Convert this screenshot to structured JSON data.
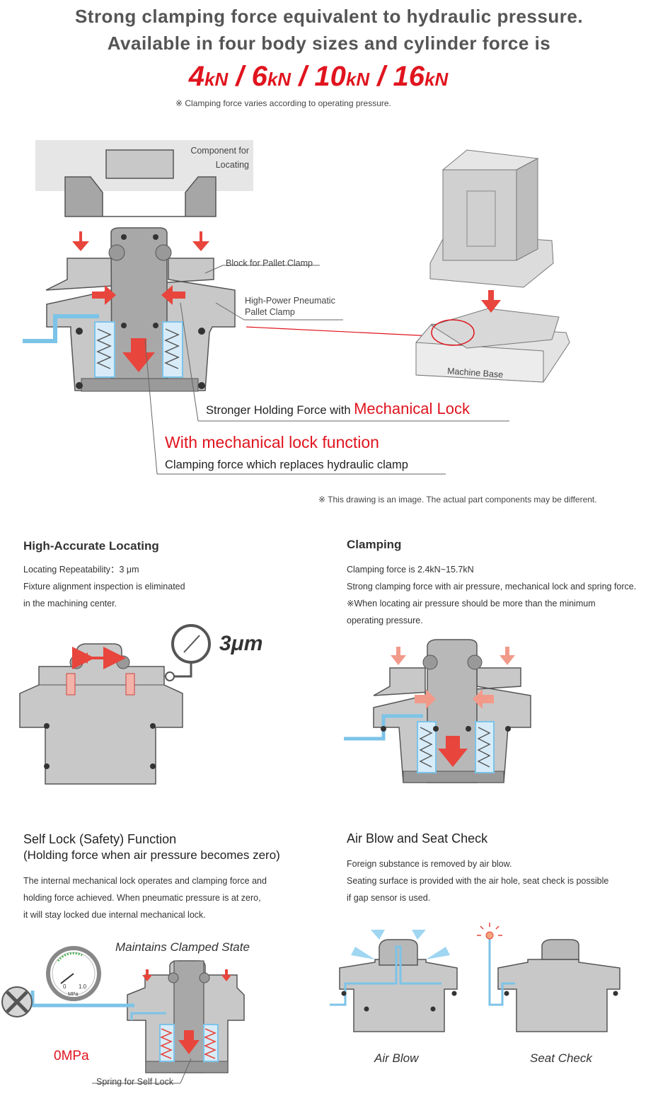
{
  "header": {
    "line1": "Strong clamping force equivalent to hydraulic pressure.",
    "line2": "Available in four body sizes and cylinder force is",
    "forces": [
      {
        "num": "4",
        "unit": "kN"
      },
      {
        "num": "6",
        "unit": "kN"
      },
      {
        "num": "10",
        "unit": "kN"
      },
      {
        "num": "16",
        "unit": "kN"
      }
    ],
    "note": "※ Clamping force varies according to operating pressure."
  },
  "main_diagram": {
    "component_label": "Component for\nLocating",
    "block_label": "Block for Pallet Clamp",
    "clamp_label_1": "High-Power Pneumatic",
    "clamp_label_2": "Pallet Clamp",
    "machine_base_label": "Machine Base",
    "stronger_prefix": "Stronger Holding Force with ",
    "stronger_highlight": "Mechanical Lock",
    "mech_lock_title": "With mechanical lock function",
    "mech_lock_sub": "Clamping force which replaces hydraulic clamp",
    "disclaimer": "※ This drawing is an image. The actual part components may be different."
  },
  "sections": {
    "locating": {
      "title": "High-Accurate Locating",
      "lines": [
        "Locating Repeatability：3 μm",
        "Fixture alignment inspection is eliminated",
        "in the machining center."
      ],
      "gauge_value": "3μm"
    },
    "clamping": {
      "title": "Clamping",
      "lines": [
        "Clamping force is 2.4kN~15.7kN",
        "Strong clamping force with air pressure, mechanical lock and spring force.",
        "※When locating air pressure should be more than the minimum",
        "operating pressure."
      ]
    },
    "selflock": {
      "title": "Self Lock (Safety) Function",
      "subtitle": "(Holding force when air pressure becomes zero)",
      "lines": [
        "The internal mechanical lock operates and clamping force and",
        "holding force achieved. When pneumatic pressure is at zero,",
        "it will stay locked due internal mechanical lock."
      ],
      "state_label": "Maintains Clamped State",
      "pressure_label": "0MPa",
      "gauge_unit": "MPa",
      "gauge_zero": "0",
      "gauge_max": "1.0",
      "spring_label": "Spring for Self Lock"
    },
    "airblow": {
      "title": "Air Blow and Seat Check",
      "lines": [
        "Foreign substance is removed by air blow.",
        "Seating surface is provided with the air hole, seat check is possible",
        "if gap sensor is used."
      ],
      "air_blow_label": "Air Blow",
      "seat_check_label": "Seat Check"
    }
  },
  "colors": {
    "red": "#e0141e",
    "body_grey": "#c8c8c8",
    "dark_grey": "#9a9a9a",
    "air_blue": "#7cc3e8",
    "arrow_red": "#e8453c"
  }
}
